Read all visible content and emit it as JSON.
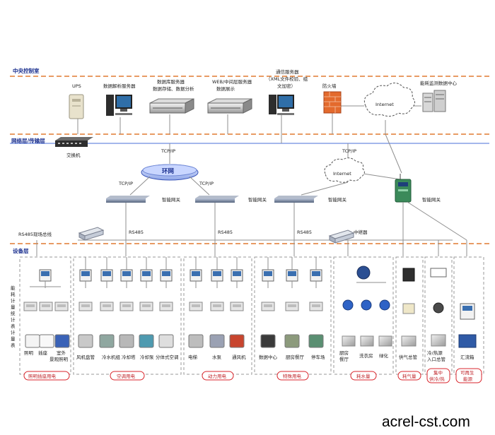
{
  "layers": {
    "central": "中央控制室",
    "network": "网络层/传输层",
    "device": "设备层"
  },
  "central_devices": {
    "ups": "UPS",
    "analysis_server": "数据解析服务器",
    "db_server_1": "数据库服务器",
    "db_server_2": "数据存储、数据分析",
    "web_server_1": "WEB/中间层服务器",
    "web_server_2": "数据展示",
    "comm_server_1": "通信服务器",
    "comm_server_2": "（XML文件校验、组",
    "comm_server_3": "文加密）",
    "firewall": "防火墙",
    "internet_top": "Internet",
    "energy_center": "能耗监测数据中心"
  },
  "network": {
    "switch": "交换机",
    "tcpip_left": "TCP/IP",
    "tcpip_right": "TCP/IP",
    "ring": "环网",
    "tcpip_a": "TCP/IP",
    "tcpip_b": "TCP/IP",
    "internet_mid": "Internet",
    "gateways": [
      "智能网关",
      "智能网关",
      "智能网关",
      "智能网关"
    ],
    "rs485_labels": [
      "RS485",
      "RS485",
      "RS485"
    ],
    "rs485_bus": "RS485现场总线",
    "repeater": "中继器"
  },
  "device_groups": {
    "side_label": [
      "能",
      "耗",
      "计",
      "量",
      "统",
      "计",
      "表",
      "计",
      "量",
      "表"
    ],
    "lighting": {
      "items": [
        "照明",
        "插座",
        "室外",
        "景观照明"
      ],
      "footer": "照明插座用电"
    },
    "hvac": {
      "items": [
        "风机盘管",
        "冷水机组",
        "冷却塔",
        "冷却泵",
        "分体式空调"
      ],
      "footer": "空调用电"
    },
    "power": {
      "items": [
        "电梯",
        "水泵",
        "通风机"
      ],
      "footer": "动力用电"
    },
    "special": {
      "items": [
        "数据中心",
        "厨房餐厅",
        "停车场"
      ],
      "footer": "特殊用电"
    },
    "water": {
      "items": [
        "厨房",
        "餐厅",
        "洗衣房",
        "绿化"
      ],
      "footer": "耗水量"
    },
    "gas": {
      "items": [
        "供气总管"
      ],
      "footer": "耗气量"
    },
    "heat": {
      "items": [
        "冷/热源",
        "入口总管"
      ],
      "footer_1": "集中",
      "footer_2": "供冷/热"
    },
    "renewable": {
      "items": [
        "汇流箱"
      ],
      "footer_1": "可再生",
      "footer_2": "能源"
    }
  },
  "watermark": "acrel-cst.com",
  "colors": {
    "layer_label": "#1a2f8f",
    "dash_line": "#e07a30",
    "group_border": "#9a9a9a",
    "footer_border": "#d9262c",
    "cable": "#8f8f8f"
  }
}
